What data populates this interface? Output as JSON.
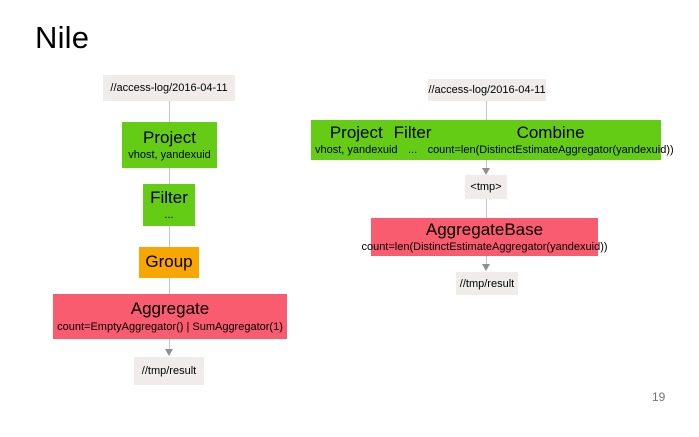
{
  "slide": {
    "title": "Nile",
    "page_number": "19"
  },
  "colors": {
    "operation_green": "#65cc16",
    "group_orange": "#f7a602",
    "aggregate_pink": "#f85c6e",
    "data_node_gray": "#efeceb",
    "connector_gray": "#c6c4c4",
    "arrowhead_gray": "#8f8f8f",
    "page_number_gray": "#757575"
  },
  "left_diagram": {
    "source": "//access-log/2016-04-11",
    "nodes": [
      {
        "title": "Project",
        "caption": "vhost, yandexuid",
        "type": "green"
      },
      {
        "title": "Filter",
        "caption": "...",
        "type": "green"
      },
      {
        "title": "Group",
        "caption": "",
        "type": "orange"
      },
      {
        "title": "Aggregate",
        "caption": "count=EmptyAggregator() | SumAggregator(1)",
        "type": "pink"
      }
    ],
    "sink": "//tmp/result"
  },
  "right_diagram": {
    "source": "//access-log/2016-04-11",
    "fused_node": {
      "sections": [
        {
          "title": "Project",
          "caption": "vhost, yandexuid"
        },
        {
          "title": "Filter",
          "caption": "..."
        },
        {
          "title": "Combine",
          "caption": "count=len(DistinctEstimateAggregator(yandexuid))"
        }
      ]
    },
    "tmp_node": "<tmp>",
    "aggregate_node": {
      "title": "AggregateBase",
      "caption": "count=len(DistinctEstimateAggregator(yandexuid))"
    },
    "sink": "//tmp/result"
  }
}
